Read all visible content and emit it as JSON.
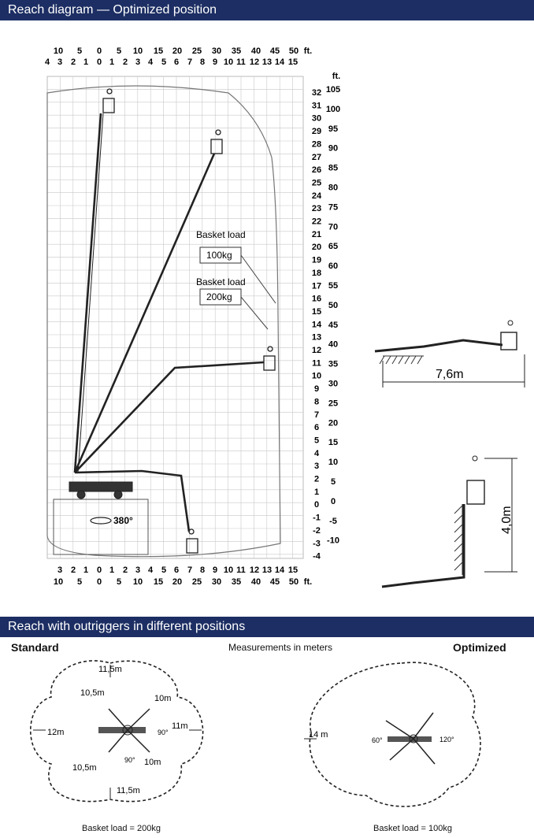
{
  "header": {
    "title": "Reach diagram — Optimized position"
  },
  "diagram": {
    "top_ft": [
      "10",
      "5",
      "0",
      "5",
      "10",
      "15",
      "20",
      "25",
      "30",
      "35",
      "40",
      "45",
      "50"
    ],
    "top_m": [
      "4",
      "3",
      "2",
      "1",
      "0",
      "1",
      "2",
      "3",
      "4",
      "5",
      "6",
      "7",
      "8",
      "9",
      "10",
      "11",
      "12",
      "13",
      "14",
      "15"
    ],
    "ft_unit": "ft.",
    "right_m": [
      "32",
      "31",
      "30",
      "29",
      "28",
      "27",
      "26",
      "25",
      "24",
      "23",
      "22",
      "21",
      "20",
      "19",
      "18",
      "17",
      "16",
      "15",
      "14",
      "13",
      "12",
      "11",
      "10",
      "9",
      "8",
      "7",
      "6",
      "5",
      "4",
      "3",
      "2",
      "1",
      "0",
      "-1",
      "-2",
      "-3",
      "-4"
    ],
    "right_ft": [
      "105",
      "100",
      "95",
      "90",
      "85",
      "80",
      "75",
      "70",
      "65",
      "60",
      "55",
      "50",
      "45",
      "40",
      "35",
      "30",
      "25",
      "20",
      "15",
      "10",
      "5",
      "0",
      "-5",
      "-10"
    ],
    "bottom_m": [
      "3",
      "2",
      "1",
      "0",
      "1",
      "2",
      "3",
      "4",
      "5",
      "6",
      "7",
      "8",
      "9",
      "10",
      "11",
      "12",
      "13",
      "14",
      "15"
    ],
    "bottom_ft": [
      "10",
      "5",
      "0",
      "5",
      "10",
      "15",
      "20",
      "25",
      "30",
      "35",
      "40",
      "45",
      "50"
    ],
    "rotation": "380°",
    "basket_load_label_1": "Basket load",
    "basket_load_value_1": "100kg",
    "basket_load_label_2": "Basket load",
    "basket_load_value_2": "200kg"
  },
  "side_views": {
    "horizontal_reach": "7,6m",
    "vertical_reach": "4,0m"
  },
  "outriggers": {
    "title": "Reach with outriggers in different positions",
    "standard_label": "Standard",
    "measurements_note": "Measurements in meters",
    "optimized_label": "Optimized",
    "standard": {
      "top": "11,5m",
      "top_left": "10,5m",
      "top_right": "10m",
      "left": "12m",
      "right": "11m",
      "bottom_left": "10,5m",
      "bottom_right": "10m",
      "bottom": "11,5m",
      "angle_right": "90°",
      "angle_bottom": "90°",
      "basket_load": "Basket load = 200kg"
    },
    "optimized": {
      "left": "14 m",
      "angle_left": "60°",
      "angle_right": "120°",
      "basket_load": "Basket load = 100kg"
    }
  }
}
